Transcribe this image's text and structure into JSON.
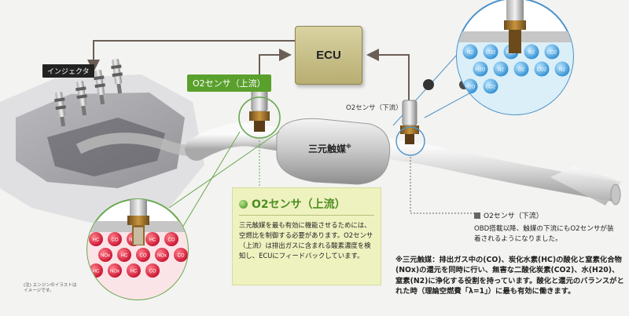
{
  "diagram": {
    "ecu_label": "ECU",
    "injector_label": "インジェクタ",
    "o2_upstream_label": "O2センサ（上流）",
    "o2_downstream_label": "O2センサ（下流）",
    "catalyst_label": "三元触媒",
    "catalyst_mark": "※",
    "gas_left": [
      "HC",
      "CO",
      "NOx",
      "HC",
      "CO",
      "NOx",
      "HC",
      "CO",
      "NOx",
      "CO",
      "HC",
      "NOx",
      "HC",
      "CO"
    ],
    "gas_right": [
      "N2",
      "CO2",
      "H2O",
      "N2",
      "CO2",
      "H2O",
      "N2",
      "O2",
      "CO2",
      "N2",
      "H2O",
      "CO2"
    ]
  },
  "callout": {
    "title": "O2センサ（上流）",
    "body": "三元触媒を最も有効に機能させるためには、空燃比を制御する必要があります。O2センサ（上流）は排出ガスに含まれる酸素濃度を検知し、ECUにフィードバックしています。"
  },
  "downstream": {
    "title": "O2センサ（下流）",
    "body": "OBD搭載以降、触媒の下流にもO2センサが装着されるようになりました。"
  },
  "note": {
    "text": "※三元触媒：排出ガス中の(CO)、炭化水素(HC)の酸化と窒素化合物(NOx)の還元を同時に行い、無害な二酸化炭素(CO2)、水(H20)、窒素(N2)に浄化する役割を持っています。酸化と還元のバランスがとれた時（理論空燃費「λ=1」）に最も有効に働きます。"
  },
  "footnote": {
    "text": "(注) エンジンのイラストはイメージです。"
  },
  "colors": {
    "accent_green": "#5aa02c",
    "ecu_fill": "#c9c08a",
    "arrow": "#6b5e56",
    "red_gas": "#d9253a",
    "blue_gas": "#48a6df"
  }
}
